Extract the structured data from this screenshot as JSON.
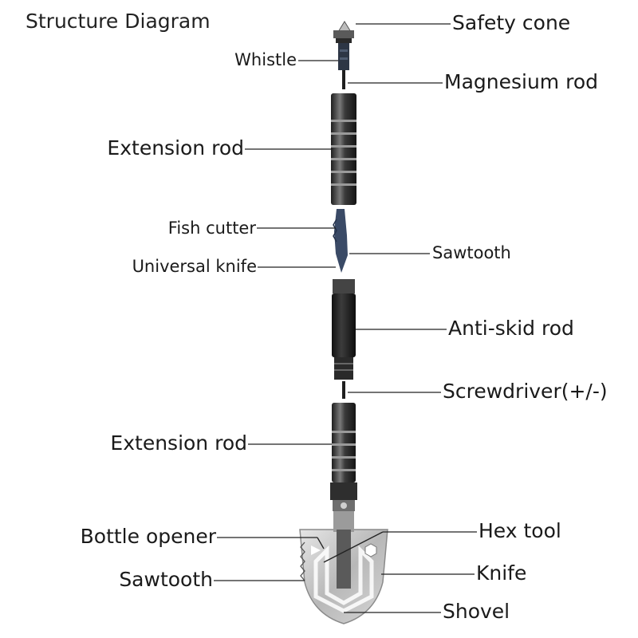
{
  "title": "Structure Diagram",
  "labels": {
    "safety_cone": "Safety cone",
    "whistle": "Whistle",
    "magnesium_rod": "Magnesium rod",
    "extension_rod_top": "Extension rod",
    "fish_cutter": "Fish cutter",
    "sawtooth_blade": "Sawtooth",
    "universal_knife": "Universal knife",
    "anti_skid_rod": "Anti-skid rod",
    "screwdriver": "Screwdriver(+/-)",
    "extension_rod_bottom": "Extension rod",
    "bottle_opener": "Bottle opener",
    "hex_tool": "Hex tool",
    "sawtooth_shovel": "Sawtooth",
    "knife": "Knife",
    "shovel": "Shovel"
  },
  "colors": {
    "tool_dark": "#2b2b2b",
    "tool_metal": "#8a8a8a",
    "shovel_light": "#cfcfcf",
    "blade_blue": "#3a4a66",
    "leader_line": "#222222"
  }
}
